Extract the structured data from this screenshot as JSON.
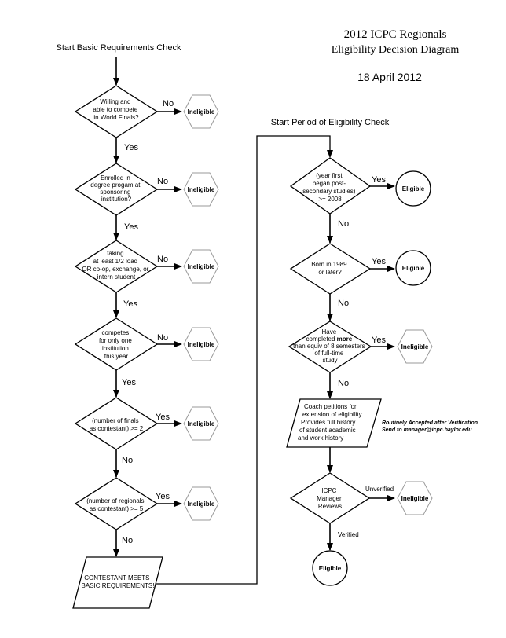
{
  "header": {
    "title_line1": "2012 ICPC Regionals",
    "title_line2": "Eligibility Decision Diagram",
    "date": "18 April 2012"
  },
  "left_flow": {
    "start_label": "Start Basic Requirements Check",
    "d1": [
      "Willing and",
      "able to compete",
      "in World Finals?"
    ],
    "d2": [
      "Enrolled in",
      "degree progam at",
      "sponsoring",
      "institution?"
    ],
    "d3": [
      "taking",
      "at least 1/2 load",
      "OR co-op, exchange, or",
      "intern student"
    ],
    "d4": [
      "competes",
      "for only one",
      "institution",
      "this year"
    ],
    "d5": [
      "(number of finals",
      "as  contestant) >= 2"
    ],
    "d6": [
      "(number of regionals",
      "as  contestant) >= 5"
    ],
    "end_box": [
      "CONTESTANT MEETS",
      "BASIC REQUIREMENTS!"
    ],
    "ineligible": "Ineligible",
    "yes": "Yes",
    "no": "No"
  },
  "right_flow": {
    "start_label": "Start Period of Eligibility Check",
    "d1": [
      "(year first",
      "began post-",
      "secondary studies)",
      ">= 2008"
    ],
    "d2": [
      "Born in 1989",
      "or later?"
    ],
    "d3_pre": "Have",
    "d3_line2_pre": "completed ",
    "d3_line2_bold": "more",
    "d3_rest": [
      "than equiv of 8 semesters",
      "of full-time",
      "study"
    ],
    "petition": [
      "Coach petitions for",
      "extension of eligibility.",
      "Provides full history",
      "of student academic",
      "and work history"
    ],
    "note": [
      "Routinely Accepted after Verification",
      "Send to manager@icpc.baylor.edu"
    ],
    "manager": [
      "ICPC",
      "Manager",
      "Reviews"
    ],
    "eligible": "Eligible",
    "ineligible": "Ineligible",
    "yes": "Yes",
    "no": "No",
    "unverified": "Unverified",
    "verified": "Verified"
  }
}
